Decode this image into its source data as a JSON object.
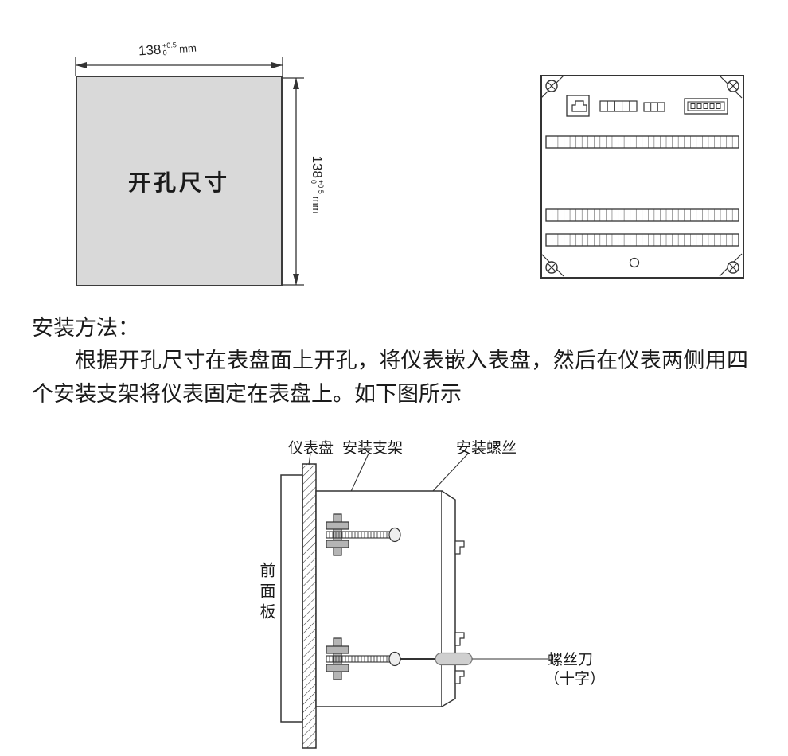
{
  "figure_cutout": {
    "label": "开孔尺寸",
    "width_dim": {
      "value": "138",
      "tol_plus": "+0.5",
      "tol_minus": "0",
      "unit": "mm"
    },
    "height_dim": {
      "value": "138",
      "tol_plus": "+0.5",
      "tol_minus": "0",
      "unit": "mm"
    }
  },
  "section": {
    "heading": "安装方法：",
    "body": "根据开孔尺寸在表盘面上开孔，将仪表嵌入表盘，然后在仪表两侧用四个安装支架将仪表固定在表盘上。如下图所示"
  },
  "figure_install": {
    "label_dial": "仪表盘",
    "label_bracket": "安装支架",
    "label_screw": "安装螺丝",
    "label_front_panel": "前面板",
    "label_screwdriver": "螺丝刀",
    "label_screwdriver_type": "（十字）"
  },
  "colors": {
    "line": "#333333",
    "panel_fill": "#d9d9d9",
    "bracket_gray": "#b5b5b5",
    "driver_gray": "#cfcfcf"
  }
}
